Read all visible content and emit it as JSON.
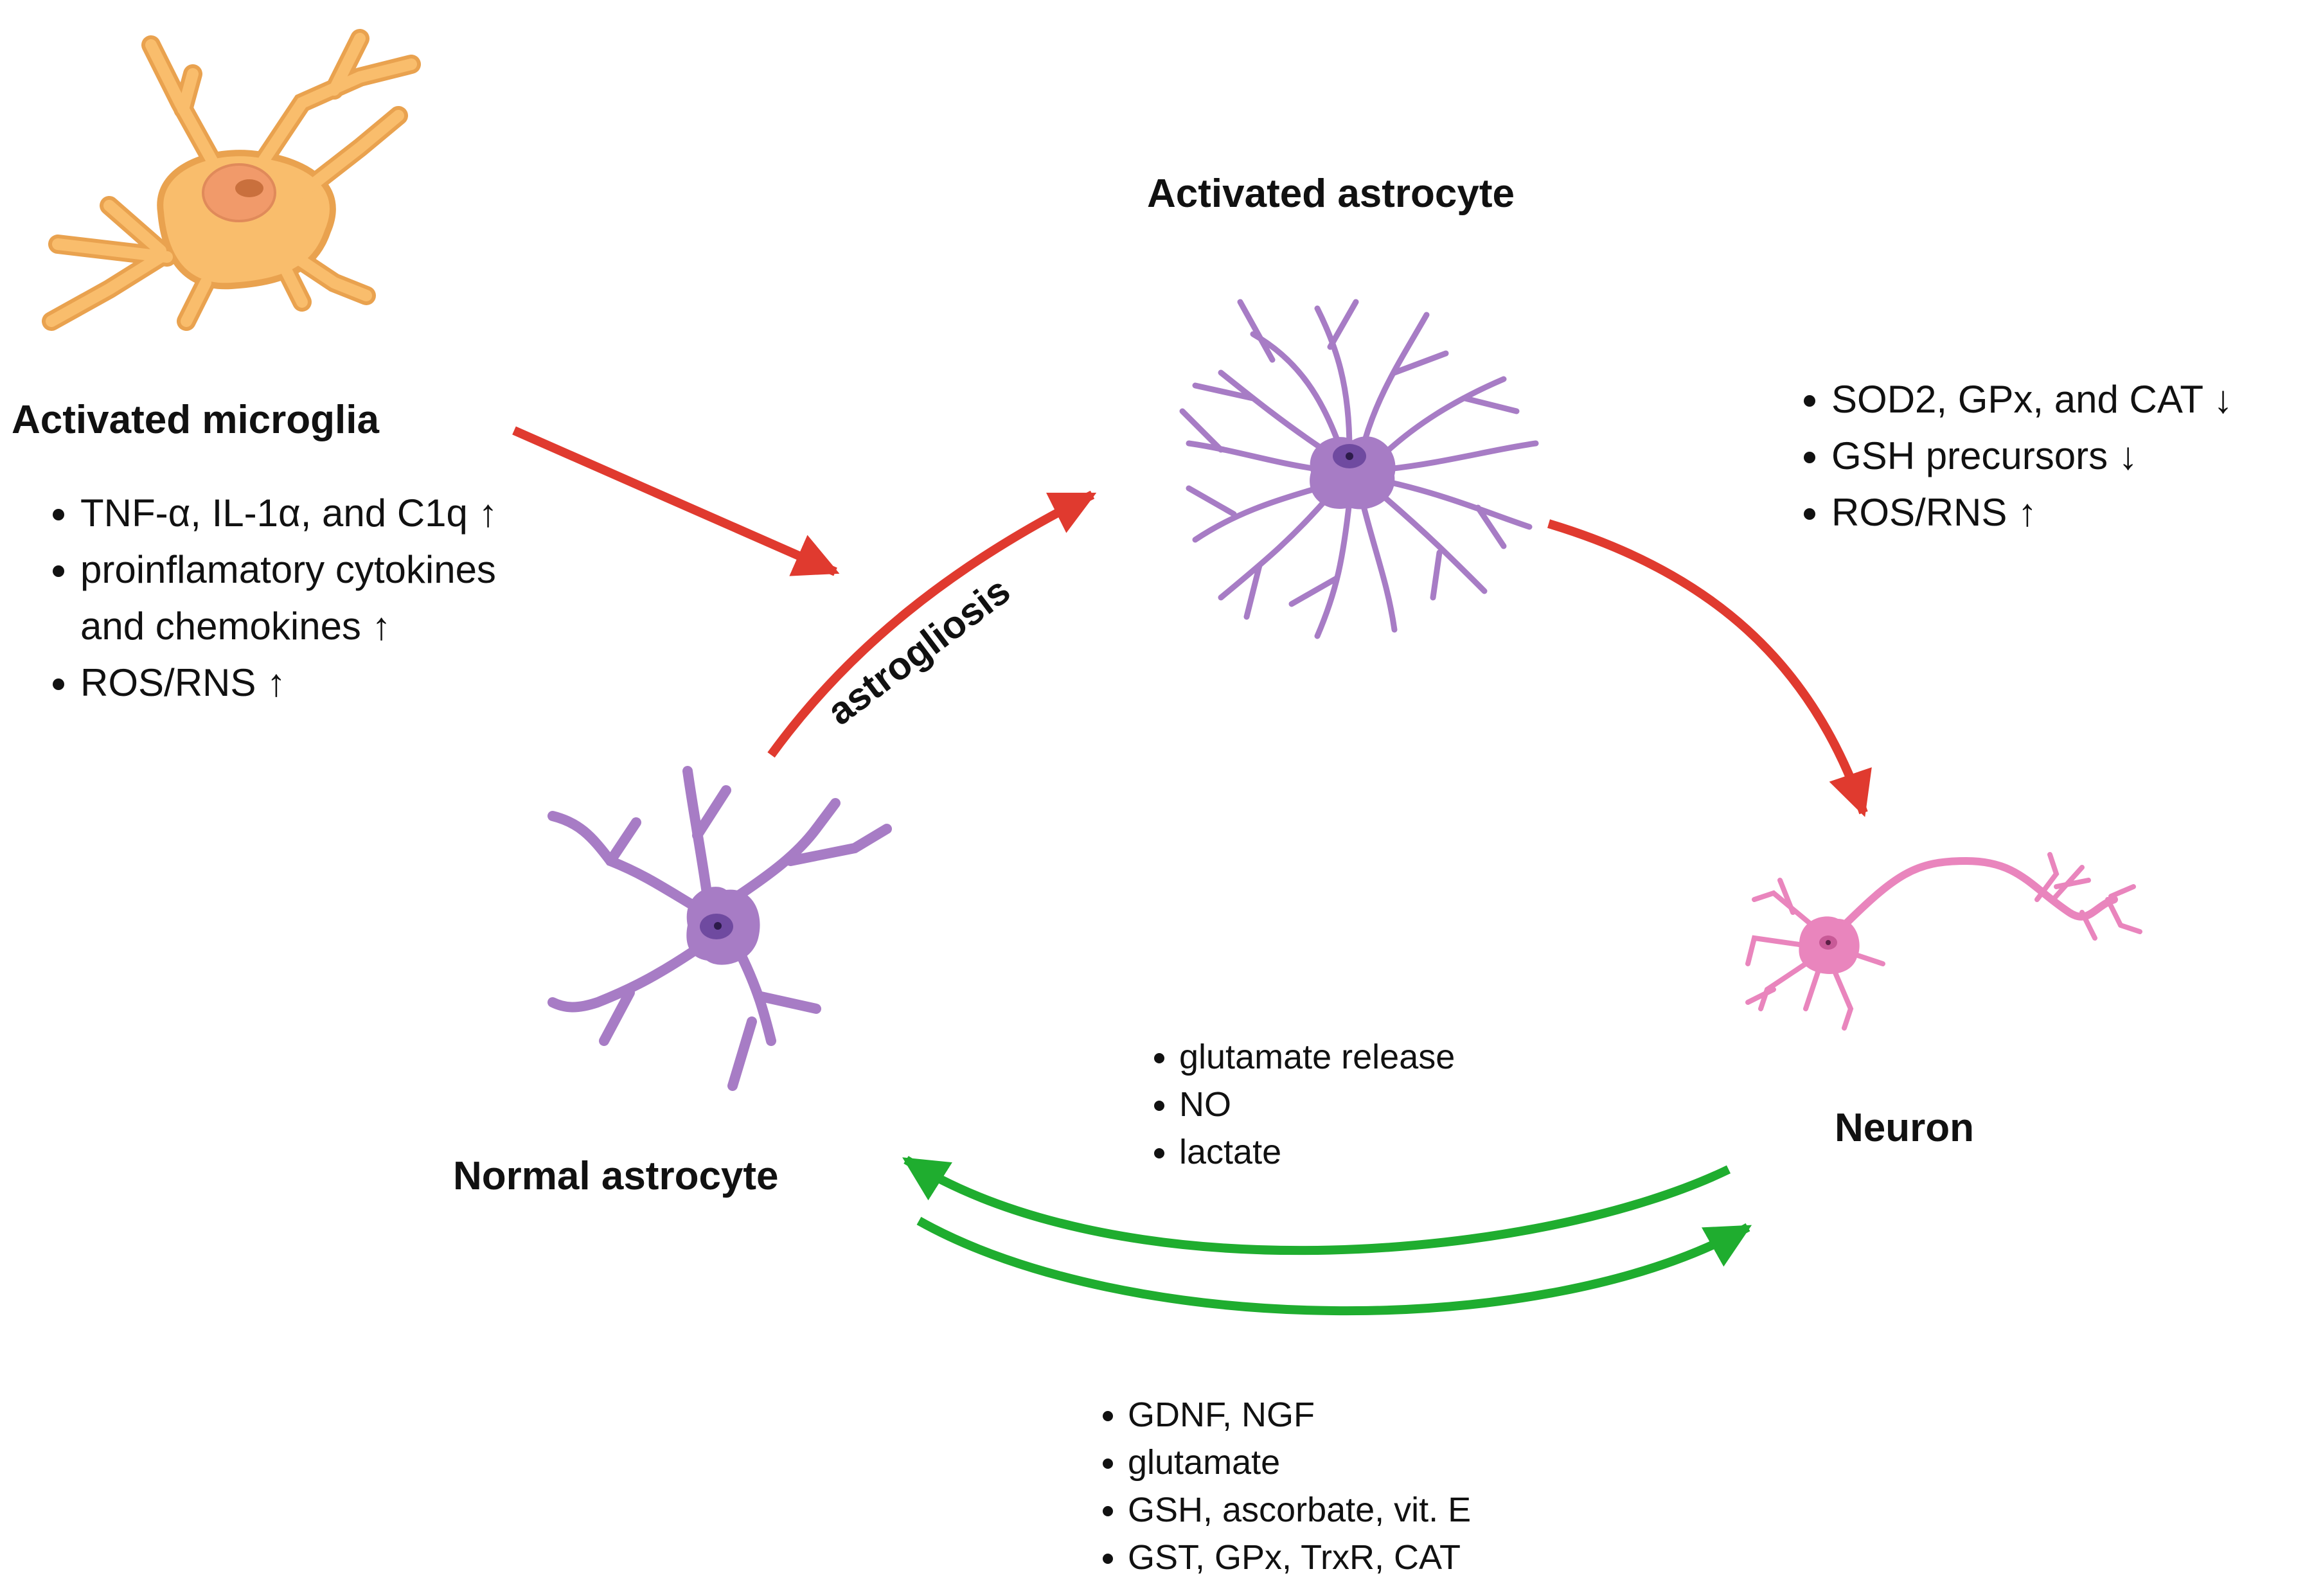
{
  "microglia": {
    "title": "Activated microglia",
    "bullets": [
      "TNF-α, IL-1α, and C1q ↑",
      "proinflamatory cytokines",
      "and chemokines ↑",
      "ROS/RNS ↑"
    ]
  },
  "activated_astrocyte": {
    "title": "Activated astrocyte",
    "bullets": [
      "SOD2, GPx, and CAT ↓",
      "GSH precursors ↓",
      "ROS/RNS ↑"
    ]
  },
  "normal_astrocyte": {
    "title": "Normal astrocyte"
  },
  "neuron": {
    "title": "Neuron",
    "bullets": [
      "glutamate release",
      "NO",
      "lactate"
    ]
  },
  "astrocyte_support": {
    "bullets": [
      "GDNF, NGF",
      "glutamate",
      "GSH, ascorbate, vit. E",
      "GST, GPx, TrxR, CAT"
    ]
  },
  "arrow_label": "astrogliosis",
  "colors": {
    "harmful_arrow": "#e03a2f",
    "protective_arrow": "#1fad2f",
    "microglia": "#f9bd6c",
    "astrocyte": "#a77cc5",
    "neuron": "#e985bd"
  }
}
